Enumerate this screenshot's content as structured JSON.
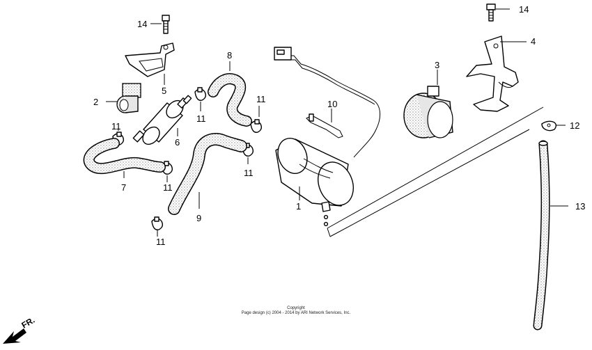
{
  "callouts": {
    "c1": "1",
    "c2": "2",
    "c3": "3",
    "c4": "4",
    "c5": "5",
    "c6": "6",
    "c7": "7",
    "c8": "8",
    "c9": "9",
    "c10": "10",
    "c11a": "11",
    "c11b": "11",
    "c11c": "11",
    "c11d": "11",
    "c11e": "11",
    "c11f": "11",
    "c12": "12",
    "c13": "13",
    "c14a": "14",
    "c14b": "14"
  },
  "direction_label": "FR.",
  "copyright": {
    "line1": "Copyright",
    "line2": "Page design (c) 2004 - 2014 by ARI Network Services, Inc."
  }
}
